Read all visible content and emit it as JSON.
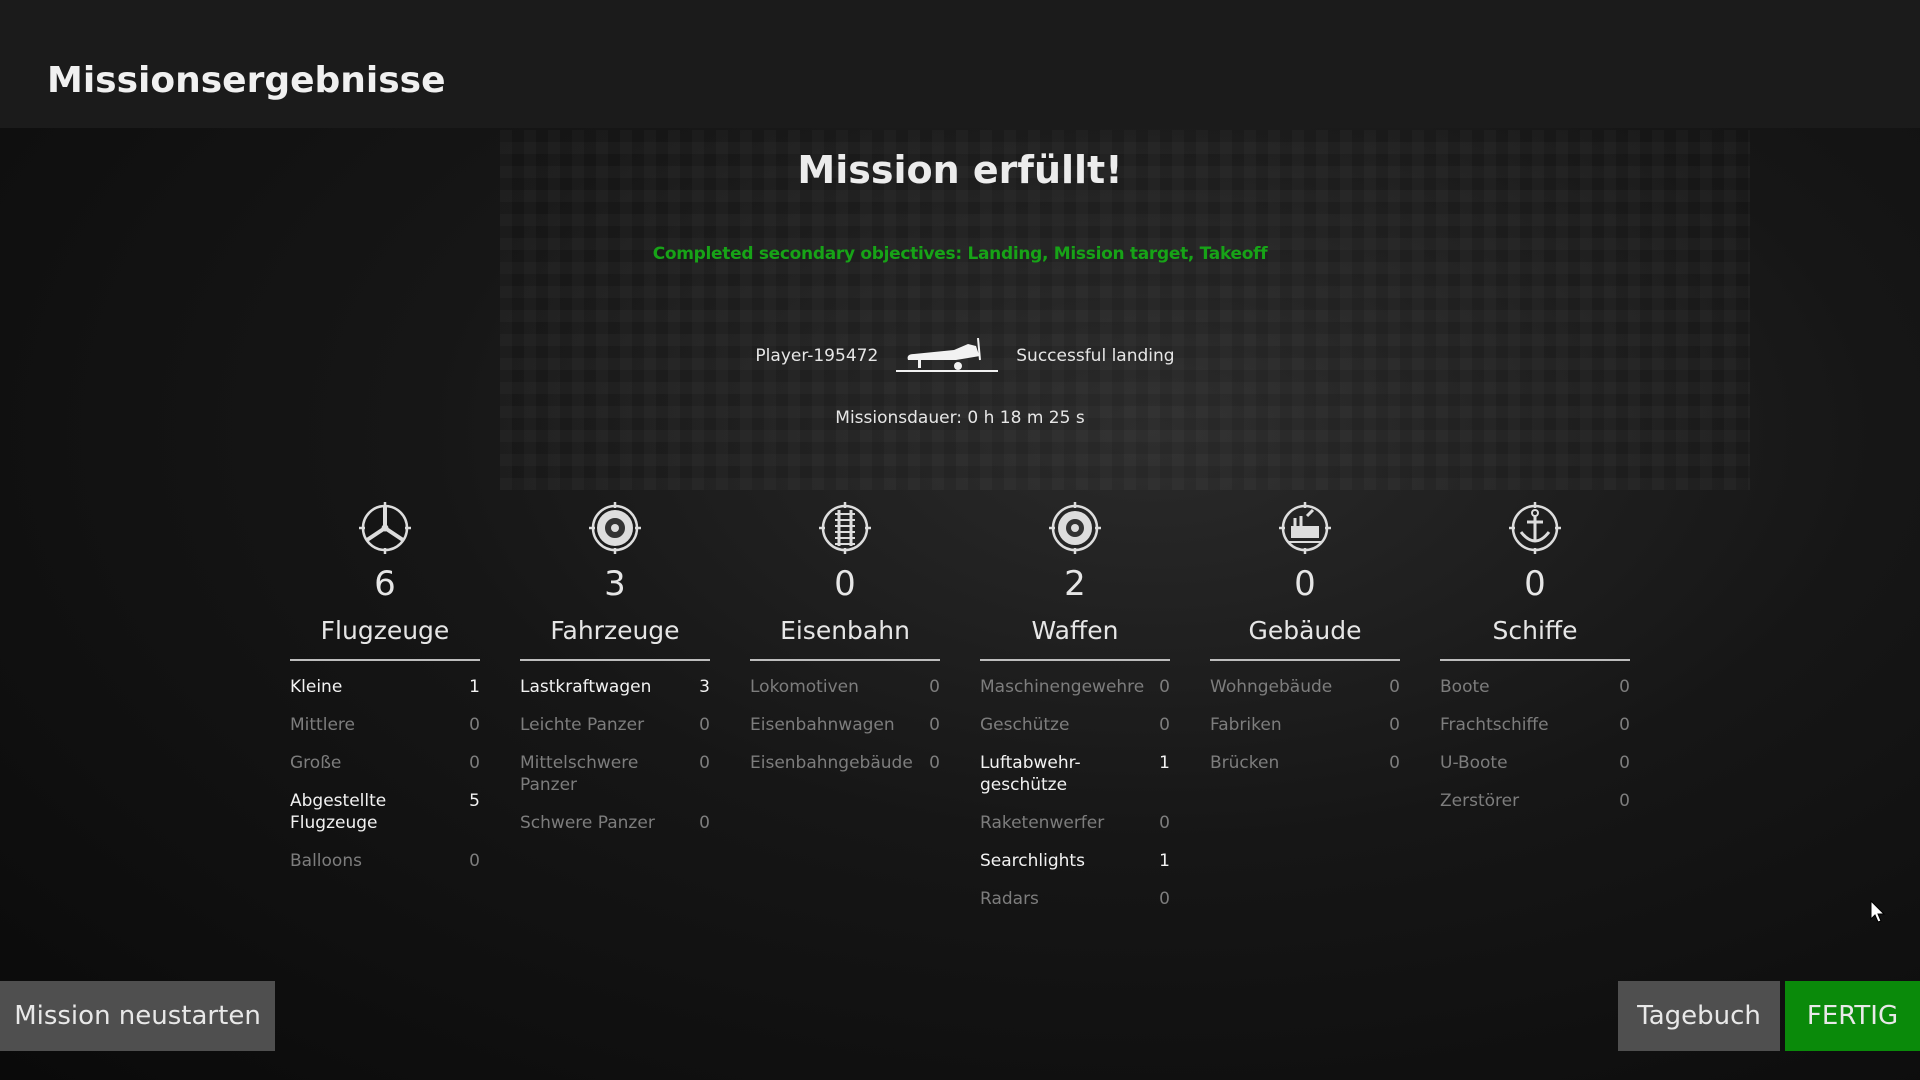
{
  "header": {
    "title": "Missionsergebnisse"
  },
  "result": {
    "title": "Mission erfüllt!",
    "objectives": "Completed secondary objectives: Landing, Mission target, Takeoff",
    "player": "Player-195472",
    "landing": "Successful landing",
    "duration": "Missionsdauer: 0 h 18 m 25 s"
  },
  "categories": [
    {
      "icon": "propeller-icon",
      "count": "6",
      "label": "Flugzeuge",
      "rows": [
        {
          "label": "Kleine",
          "value": "1"
        },
        {
          "label": "Mittlere",
          "value": "0"
        },
        {
          "label": "Große",
          "value": "0"
        },
        {
          "label": "Abgestellte Flugzeuge",
          "value": "5"
        },
        {
          "label": "Balloons",
          "value": "0"
        }
      ]
    },
    {
      "icon": "wheel-icon",
      "count": "3",
      "label": "Fahrzeuge",
      "rows": [
        {
          "label": "Lastkraftwagen",
          "value": "3"
        },
        {
          "label": "Leichte Panzer",
          "value": "0"
        },
        {
          "label": "Mittelschwere Panzer",
          "value": "0"
        },
        {
          "label": "Schwere Panzer",
          "value": "0"
        }
      ]
    },
    {
      "icon": "railway-icon",
      "count": "0",
      "label": "Eisenbahn",
      "rows": [
        {
          "label": "Lokomotiven",
          "value": "0"
        },
        {
          "label": "Eisenbahnwagen",
          "value": "0"
        },
        {
          "label": "Eisenbahngebäude",
          "value": "0"
        }
      ]
    },
    {
      "icon": "gun-barrel-icon",
      "count": "2",
      "label": "Waffen",
      "rows": [
        {
          "label": "Maschinengewehre",
          "value": "0"
        },
        {
          "label": "Geschütze",
          "value": "0"
        },
        {
          "label": "Luftabwehr-geschütze",
          "value": "1"
        },
        {
          "label": "Raketenwerfer",
          "value": "0"
        },
        {
          "label": "Searchlights",
          "value": "1"
        },
        {
          "label": "Radars",
          "value": "0"
        }
      ]
    },
    {
      "icon": "factory-icon",
      "count": "0",
      "label": "Gebäude",
      "rows": [
        {
          "label": "Wohngebäude",
          "value": "0"
        },
        {
          "label": "Fabriken",
          "value": "0"
        },
        {
          "label": "Brücken",
          "value": "0"
        }
      ]
    },
    {
      "icon": "anchor-icon",
      "count": "0",
      "label": "Schiffe",
      "rows": [
        {
          "label": "Boote",
          "value": "0"
        },
        {
          "label": "Frachtschiffe",
          "value": "0"
        },
        {
          "label": "U-Boote",
          "value": "0"
        },
        {
          "label": "Zerstörer",
          "value": "0"
        }
      ]
    }
  ],
  "buttons": {
    "restart": "Mission neustarten",
    "diary": "Tagebuch",
    "done": "FERTIG"
  },
  "colors": {
    "accent": "#0a8a0a",
    "objectives": "#17a317"
  }
}
